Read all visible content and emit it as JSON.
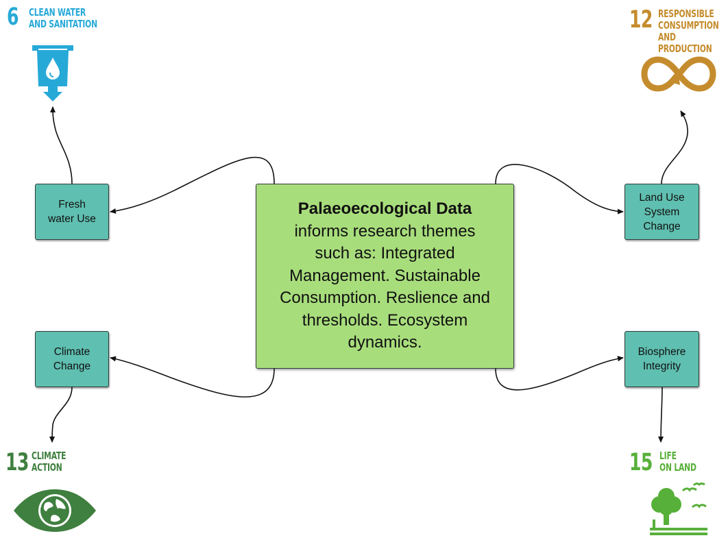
{
  "central": {
    "title": "Palaeoecological Data",
    "body": "informs research themes\nsuch as: Integrated\nManagement. Sustainable\nConsumption. Reslience and\nthresholds. Ecosystem\ndynamics."
  },
  "boxes": {
    "fresh_water": "Fresh\nwater Use",
    "land_use": "Land Use\nSystem\nChange",
    "climate": "Climate\nChange",
    "biosphere": "Biosphere\nIntegrity"
  },
  "sdgs": {
    "sdg6": {
      "number": "6",
      "label": "CLEAN WATER\nAND SANITATION",
      "color": "#27a9d8",
      "icon": "water-drop-icon"
    },
    "sdg12": {
      "number": "12",
      "label": "RESPONSIBLE\nCONSUMPTION\nAND PRODUCTION",
      "color": "#c58c2d",
      "icon": "infinity-loop-icon"
    },
    "sdg13": {
      "number": "13",
      "label": "CLIMATE\nACTION",
      "color": "#3f7f3f",
      "icon": "earth-eye-icon"
    },
    "sdg15": {
      "number": "15",
      "label": "LIFE\nON LAND",
      "color": "#57b039",
      "icon": "tree-birds-icon"
    }
  },
  "colors": {
    "box_fill": "#5fbfb0",
    "central_fill": "#a8dd7c",
    "arrow": "#111111"
  }
}
